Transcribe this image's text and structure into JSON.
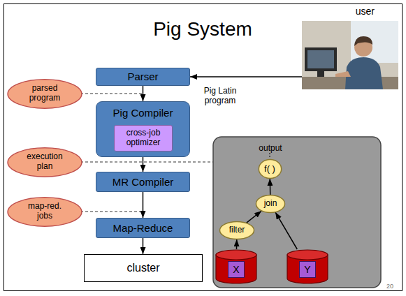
{
  "diagram": {
    "title": "Pig System",
    "nodes": [
      {
        "text": [
          "user"
        ]
      },
      {
        "text": [
          "Parser"
        ]
      },
      {
        "text": [
          "parsed program"
        ]
      },
      {
        "text": [
          "Pig Compiler"
        ]
      },
      {
        "text": [
          "cross-job optimizer"
        ],
        "in": 3
      },
      {
        "text": [
          "execution plan"
        ]
      },
      {
        "text": [
          "MR Compiler"
        ]
      },
      {
        "text": [
          "map-red. jobs"
        ]
      },
      {
        "text": [
          "Map-Reduce"
        ]
      },
      {
        "text": [
          "cluster"
        ]
      },
      {
        "text": [
          "f( )"
        ]
      },
      {
        "text": [
          "join"
        ]
      },
      {
        "text": [
          "filter"
        ]
      },
      {
        "text": [
          "X"
        ]
      },
      {
        "text": [
          "Y"
        ]
      }
    ],
    "edges": [
      {
        "from": 0,
        "to": 1,
        "arrow": "to",
        "label": "Pig Latin program"
      },
      {
        "from": 1,
        "to": 3,
        "arrow": "to"
      },
      {
        "from": 3,
        "to": 6,
        "arrow": "to"
      },
      {
        "from": 6,
        "to": 8,
        "arrow": "to"
      },
      {
        "from": 8,
        "to": 9,
        "arrow": "to"
      },
      {
        "from": 13,
        "to": 12,
        "arrow": "to"
      },
      {
        "from": 12,
        "to": 11,
        "arrow": "to"
      },
      {
        "from": 14,
        "to": 11,
        "arrow": "to"
      },
      {
        "from": 11,
        "to": 10,
        "arrow": "to"
      }
    ],
    "labels": [
      "output",
      "20"
    ]
  }
}
